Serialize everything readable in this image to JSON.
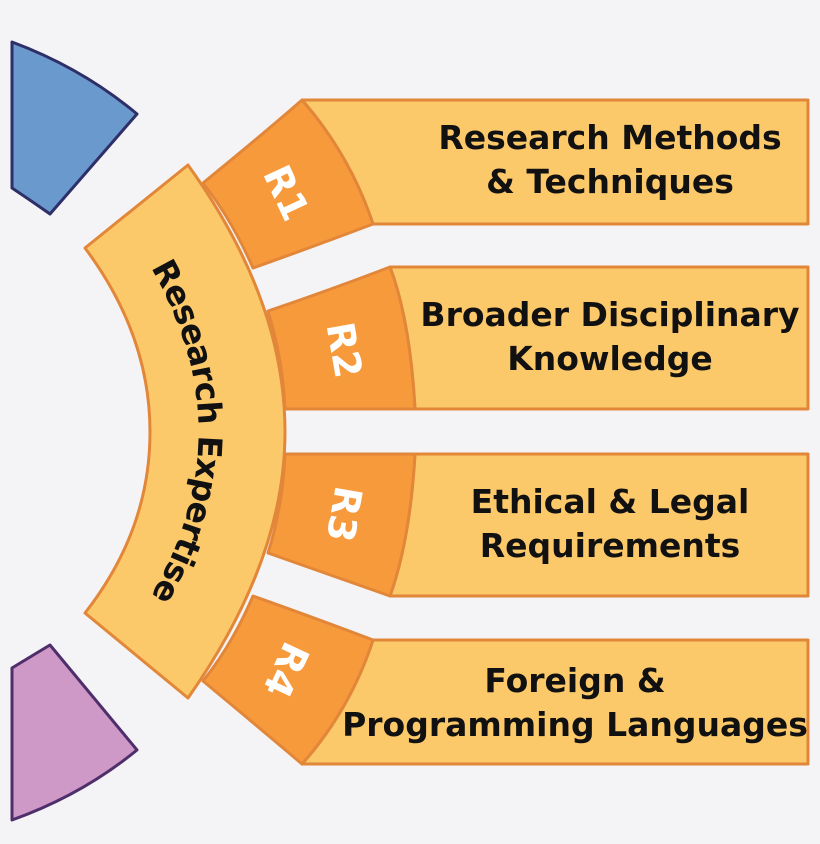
{
  "center": {
    "label": "Research Expertise"
  },
  "colors": {
    "band_fill": "#fcc96a",
    "badge_fill": "#f79a3c",
    "stroke": "#e2873a",
    "blue_wedge": "#6a9acd",
    "purple_wedge": "#cf99c7",
    "wedge_stroke": "#2e2f68"
  },
  "items": [
    {
      "badge": "R1",
      "line1": "Research Methods",
      "line2": "& Techniques"
    },
    {
      "badge": "R2",
      "line1": "Broader Disciplinary",
      "line2": "Knowledge"
    },
    {
      "badge": "R3",
      "line1": "Ethical & Legal",
      "line2": "Requirements"
    },
    {
      "badge": "R4",
      "line1": "Foreign &",
      "line2": "Programming Languages"
    }
  ]
}
